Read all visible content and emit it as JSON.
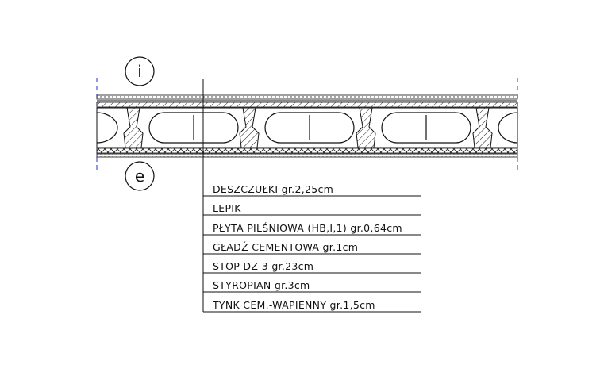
{
  "markers": {
    "interior": "i",
    "exterior": "e"
  },
  "layers": [
    "DESZCZUŁKI gr.2,25cm",
    "LEPIK",
    "PŁYTA PILŚNIOWA (HB,I,1) gr.0,64cm",
    "GŁADŹ CEMENTOWA gr.1cm",
    "STOP DZ-3 gr.23cm",
    "STYROPIAN gr.3cm",
    "TYNK CEM.-WAPIENNY gr.1,5cm"
  ],
  "colors": {
    "background": "#ffffff",
    "line": "#111111",
    "axis": "#2233cc"
  }
}
